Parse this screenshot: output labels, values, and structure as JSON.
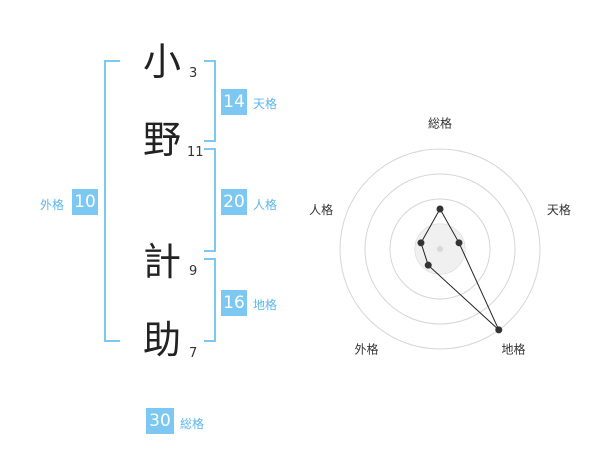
{
  "name_chars": [
    {
      "char": "小",
      "strokes": "3"
    },
    {
      "char": "野",
      "strokes": "11"
    },
    {
      "char": "計",
      "strokes": "9"
    },
    {
      "char": "助",
      "strokes": "7"
    }
  ],
  "fortunes": {
    "tenkaku": {
      "value": "14",
      "label": "天格"
    },
    "jinkaku": {
      "value": "20",
      "label": "人格"
    },
    "chikaku": {
      "value": "16",
      "label": "地格"
    },
    "gaikaku": {
      "value": "10",
      "label": "外格"
    },
    "soukaku": {
      "value": "30",
      "label": "総格"
    }
  },
  "colors": {
    "accent": "#7cc8f2",
    "label": "#5ab7ec"
  },
  "chart_data": {
    "type": "radar",
    "axes": [
      "総格",
      "天格",
      "地格",
      "外格",
      "人格"
    ],
    "values": [
      2,
      1,
      5,
      1,
      1
    ],
    "rmax": 5,
    "grid_rings": 4
  }
}
